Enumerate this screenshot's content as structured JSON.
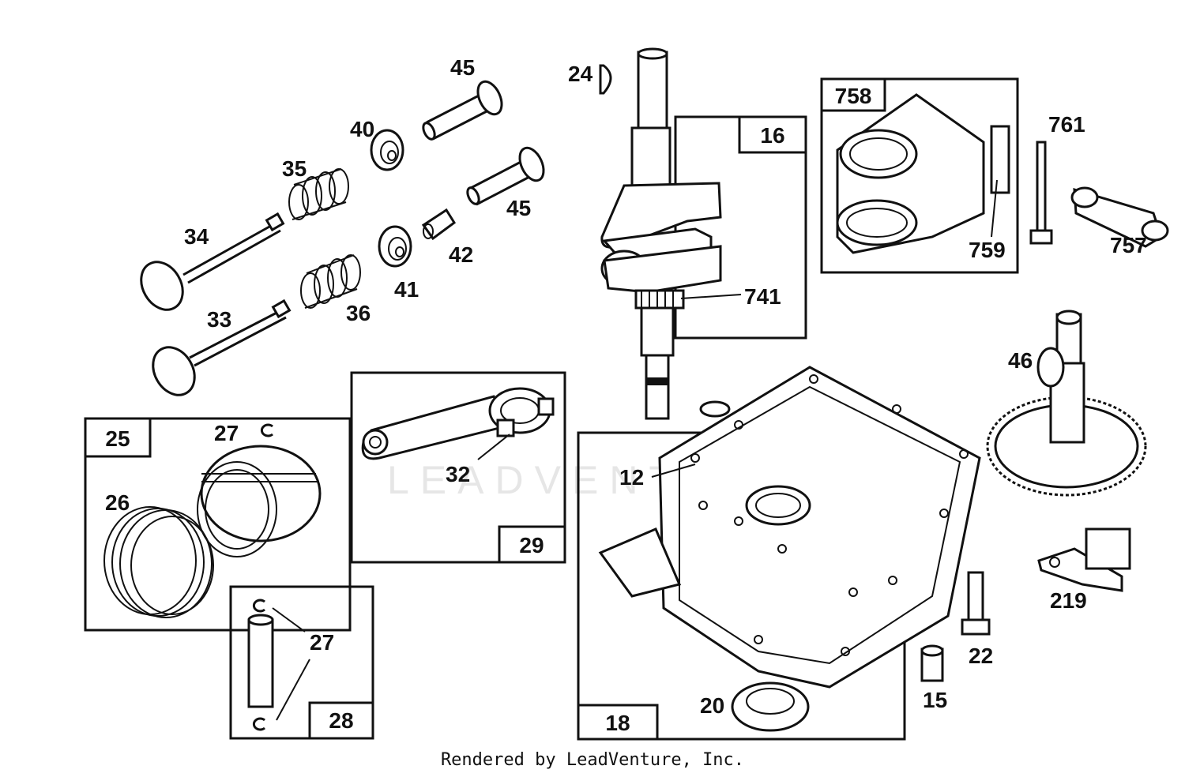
{
  "footer": "Rendered by LeadVenture, Inc.",
  "watermark": "LEADVENTURE",
  "colors": {
    "ink": "#111111",
    "background": "#ffffff",
    "watermark": "#e6e6e6"
  },
  "boxes": {
    "b16": "16",
    "b758": "758",
    "b25": "25",
    "b29": "29",
    "b28": "28",
    "b18": "18"
  },
  "labels": {
    "l45a": "45",
    "l24": "24",
    "l40": "40",
    "l35": "35",
    "l45b": "45",
    "l34": "34",
    "l42": "42",
    "l41": "41",
    "l33": "33",
    "l36": "36",
    "l741": "741",
    "l761": "761",
    "l759": "759",
    "l757": "757",
    "l46": "46",
    "l27a": "27",
    "l26": "26",
    "l32": "32",
    "l12": "12",
    "l219": "219",
    "l27b": "27",
    "l22": "22",
    "l15": "15",
    "l20": "20"
  }
}
